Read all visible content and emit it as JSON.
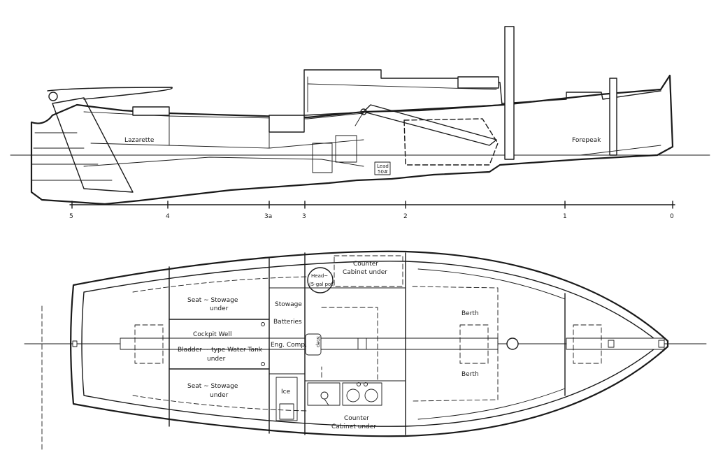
{
  "profile": {
    "labels": {
      "lazarette": "Lazarette",
      "forepeak": "Forepeak",
      "lead_1": "Lead",
      "lead_2": "50#"
    },
    "stations": [
      "5",
      "4",
      "3a",
      "3",
      "2",
      "1",
      "0"
    ]
  },
  "plan": {
    "labels": {
      "seat_stowage_1a": "Seat ~ Stowage",
      "seat_stowage_1b": "under",
      "cockpit_well": "Cockpit Well",
      "bladder_1": "Bladder ~ type Water Tank",
      "bladder_2": "under",
      "seat_stowage_2a": "Seat ~ Stowage",
      "seat_stowage_2b": "under",
      "stowage": "Stowage",
      "batteries": "Batteries",
      "eng_comp": "Eng. Comp.",
      "step": "Step",
      "ice": "Ice",
      "head_1": "Head~",
      "head_2": "(5-gal pot)",
      "counter_top_1": "Counter",
      "counter_top_2": "Cabinet under",
      "counter_bot_1": "Counter",
      "counter_bot_2": "Cabinet under",
      "berth_1": "Berth",
      "berth_2": "Berth"
    }
  },
  "colors": {
    "ink": "#1a1a1a",
    "paper": "#ffffff"
  }
}
